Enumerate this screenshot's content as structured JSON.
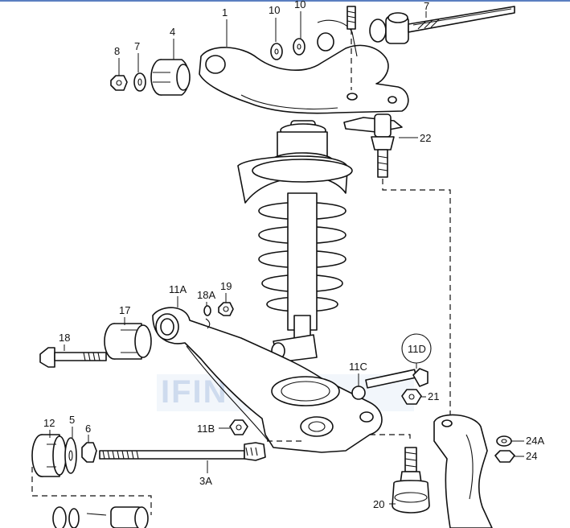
{
  "diagram": {
    "watermark": "IFIN",
    "callouts": {
      "c1": "1",
      "c10a": "10",
      "c10b": "10",
      "c7top": "7",
      "c8": "8",
      "c7": "7",
      "c4": "4",
      "c22": "22",
      "c11A": "11A",
      "c18A": "18A",
      "c19": "19",
      "c17": "17",
      "c18": "18",
      "c11D": "11D",
      "c11C": "11C",
      "c21": "21",
      "c11B": "11B",
      "c12": "12",
      "c5": "5",
      "c6": "6",
      "c3A": "3A",
      "c24A": "24A",
      "c24": "24",
      "c20": "20"
    }
  }
}
